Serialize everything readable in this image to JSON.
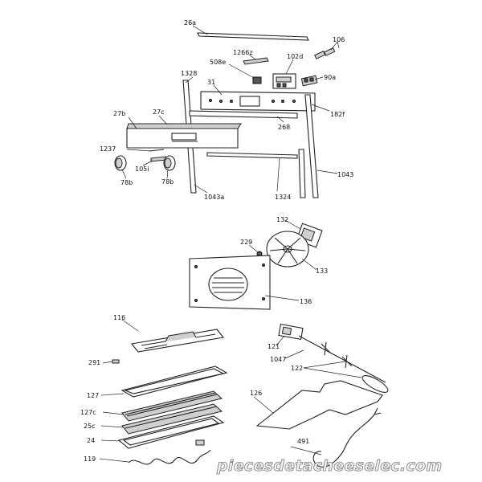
{
  "labels": {
    "p26a": "26a",
    "p106": "106",
    "p1266z": "1266z",
    "p102d": "102d",
    "p508e": "508e",
    "p90a": "90a",
    "p1328": "1328",
    "p31": "31",
    "p182f": "182f",
    "p27b": "27b",
    "p27c": "27c",
    "p268": "268",
    "p1237": "1237",
    "p105i": "105i",
    "p78b_left": "78b",
    "p78b_right": "78b",
    "p1324": "1324",
    "p1043": "1043",
    "p1043a": "1043a",
    "p132": "132",
    "p229": "229",
    "p133": "133",
    "p136": "136",
    "p116": "116",
    "p291": "291",
    "p127": "127",
    "p127c": "127c",
    "p25c": "25c",
    "p24": "24",
    "p119": "119",
    "p121": "121",
    "p1047": "1047",
    "p122": "122",
    "p126": "126",
    "p491": "491"
  },
  "watermark": "piecesdetacheeselec.com"
}
